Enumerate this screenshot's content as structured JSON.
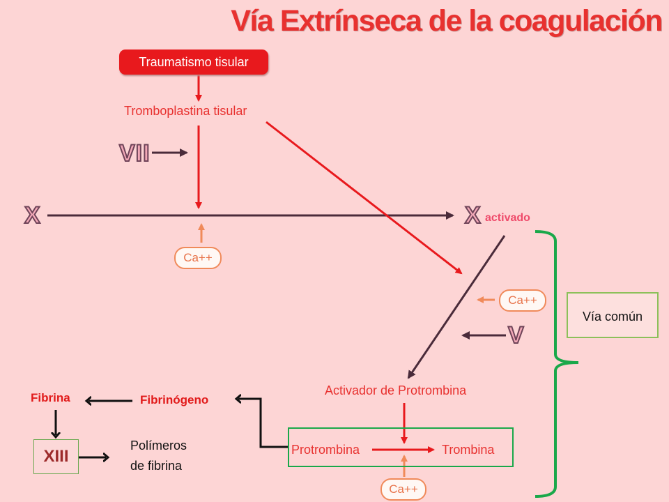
{
  "title": "Vía Extrínseca de la coagulación",
  "nodes": {
    "trauma": "Traumatismo tisular",
    "tromboplastina": "Tromboplastina tisular",
    "factor_vii": "VII",
    "factor_x": "X",
    "factor_x_activado": "X",
    "activado": "activado",
    "factor_v": "V",
    "activador": "Activador de Protrombina",
    "protrombina": "Protrombina",
    "trombina": "Trombina",
    "fibrinogeno": "Fibrinógeno",
    "fibrina": "Fibrina",
    "factor_xiii": "XIII",
    "polimeros_line1": "Polímeros",
    "polimeros_line2": "de fibrina",
    "via_comun": "Vía común"
  },
  "calcium": {
    "ca1": "Ca++",
    "ca2": "Ca++",
    "ca3": "Ca++"
  },
  "colors": {
    "background": "#fdd5d5",
    "red": "#e8191d",
    "dark": "#4a2b3a",
    "orange": "#f08a5a",
    "green": "#1aa84a"
  }
}
